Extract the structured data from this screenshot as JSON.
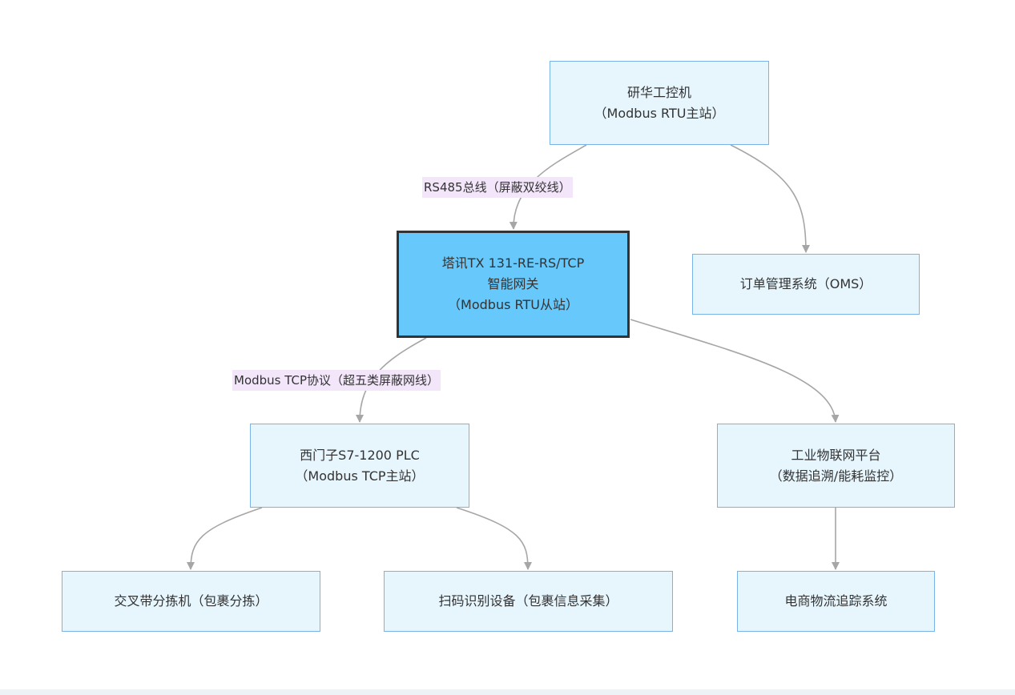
{
  "nodes": {
    "ipc": {
      "line1": "研华工控机",
      "line2": "（Modbus RTU主站）"
    },
    "gateway": {
      "line1": "塔讯TX 131-RE-RS/TCP",
      "line2": "智能网关",
      "line3": "（Modbus RTU从站）"
    },
    "oms": {
      "line1": "订单管理系统（OMS）"
    },
    "plc": {
      "line1": "西门子S7-1200 PLC",
      "line2": "（Modbus TCP主站）"
    },
    "iot": {
      "line1": "工业物联网平台",
      "line2": "（数据追溯/能耗监控）"
    },
    "sorter": {
      "line1": "交叉带分拣机（包裹分拣）"
    },
    "scanner": {
      "line1": "扫码识别设备（包裹信息采集）"
    },
    "tracking": {
      "line1": "电商物流追踪系统"
    }
  },
  "edge_labels": {
    "ipc_gateway": "RS485总线（屏蔽双绞线）",
    "gateway_plc": "Modbus TCP协议（超五类屏蔽网线）"
  },
  "colors": {
    "node_fill": "#e7f5fd",
    "node_border": "#7ab2ea",
    "highlight_fill": "#66c8fb",
    "highlight_border": "#333333",
    "edge": "#a6a6a6",
    "label_bg": "#f3e6fb"
  }
}
